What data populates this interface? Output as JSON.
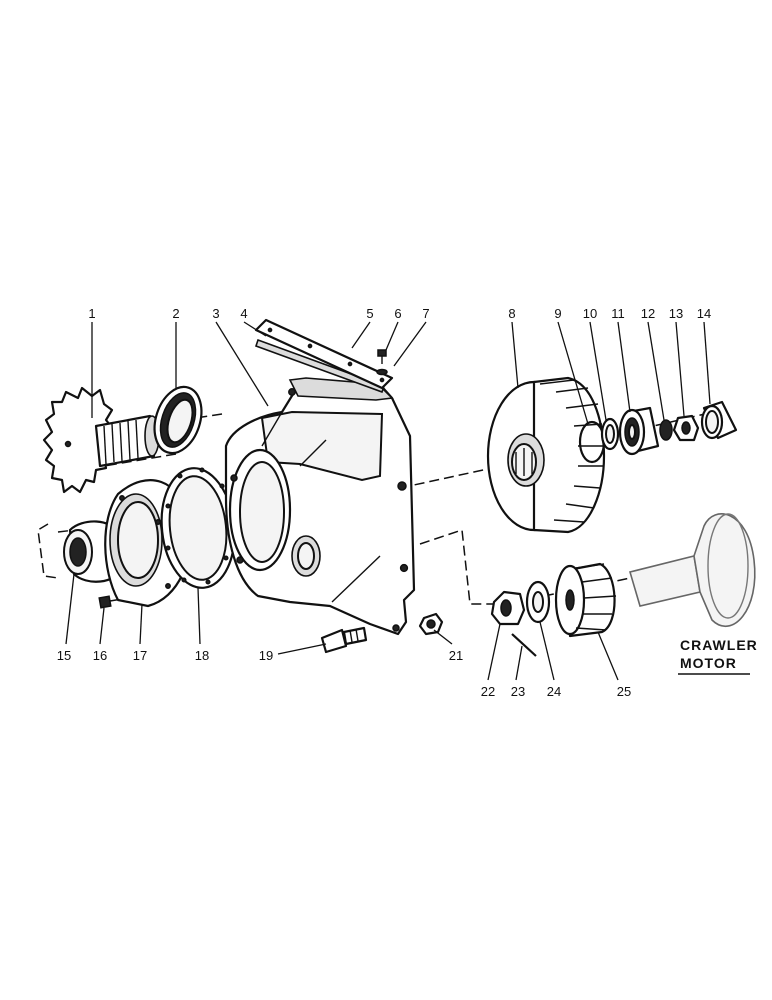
{
  "callouts": [
    "1",
    "2",
    "3",
    "4",
    "5",
    "6",
    "7",
    "8",
    "9",
    "10",
    "11",
    "12",
    "13",
    "14",
    "15",
    "16",
    "17",
    "18",
    "19",
    "21",
    "22",
    "23",
    "24",
    "25"
  ],
  "caption": {
    "line1": "CRAWLER",
    "line2": "MOTOR"
  }
}
